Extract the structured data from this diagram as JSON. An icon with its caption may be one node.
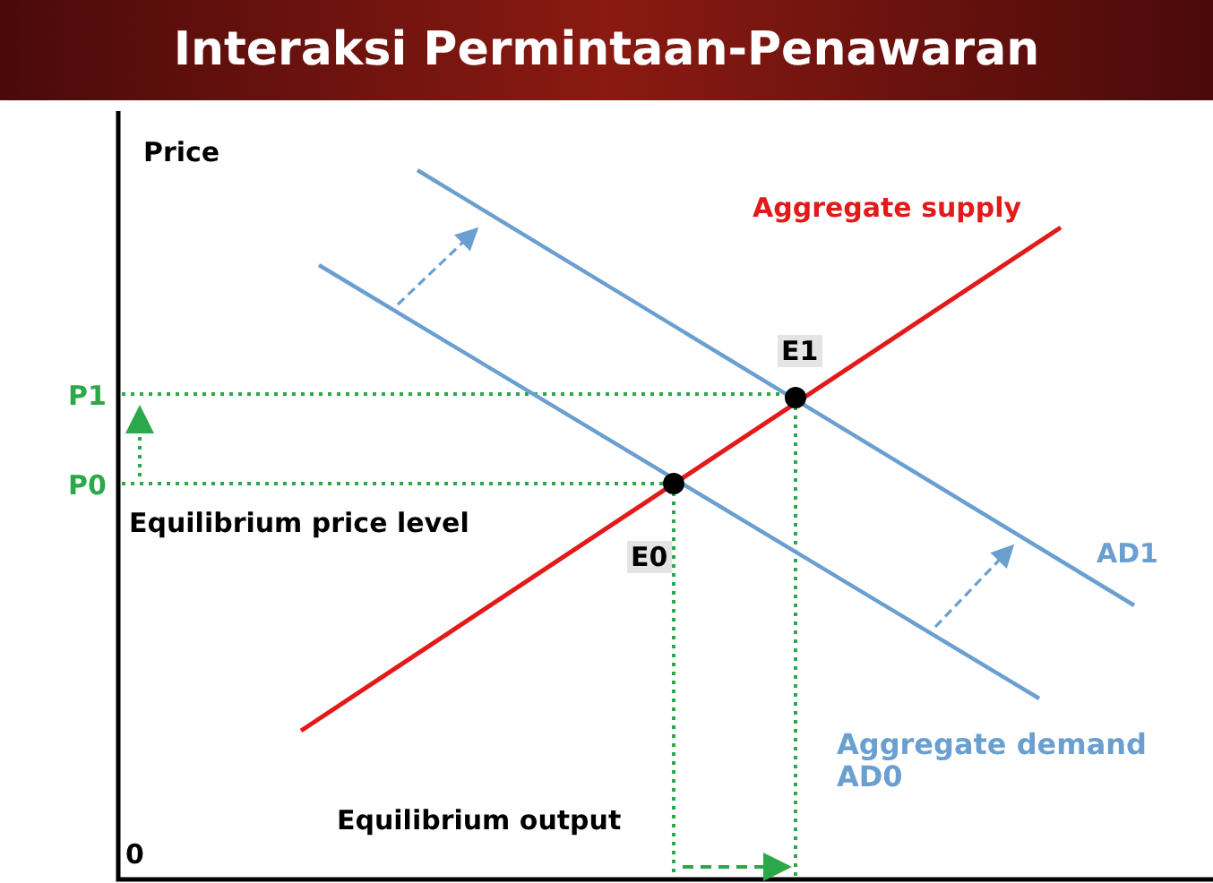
{
  "diagram": {
    "title": "Interaksi Permintaan-Penawaran",
    "labels": [
      "Price",
      "Aggregate supply",
      "E1",
      "P1",
      "P0",
      "Equilibrium price level",
      "E0",
      "AD1",
      "Aggregate demand AD0",
      "Equilibrium output",
      "0"
    ]
  }
}
